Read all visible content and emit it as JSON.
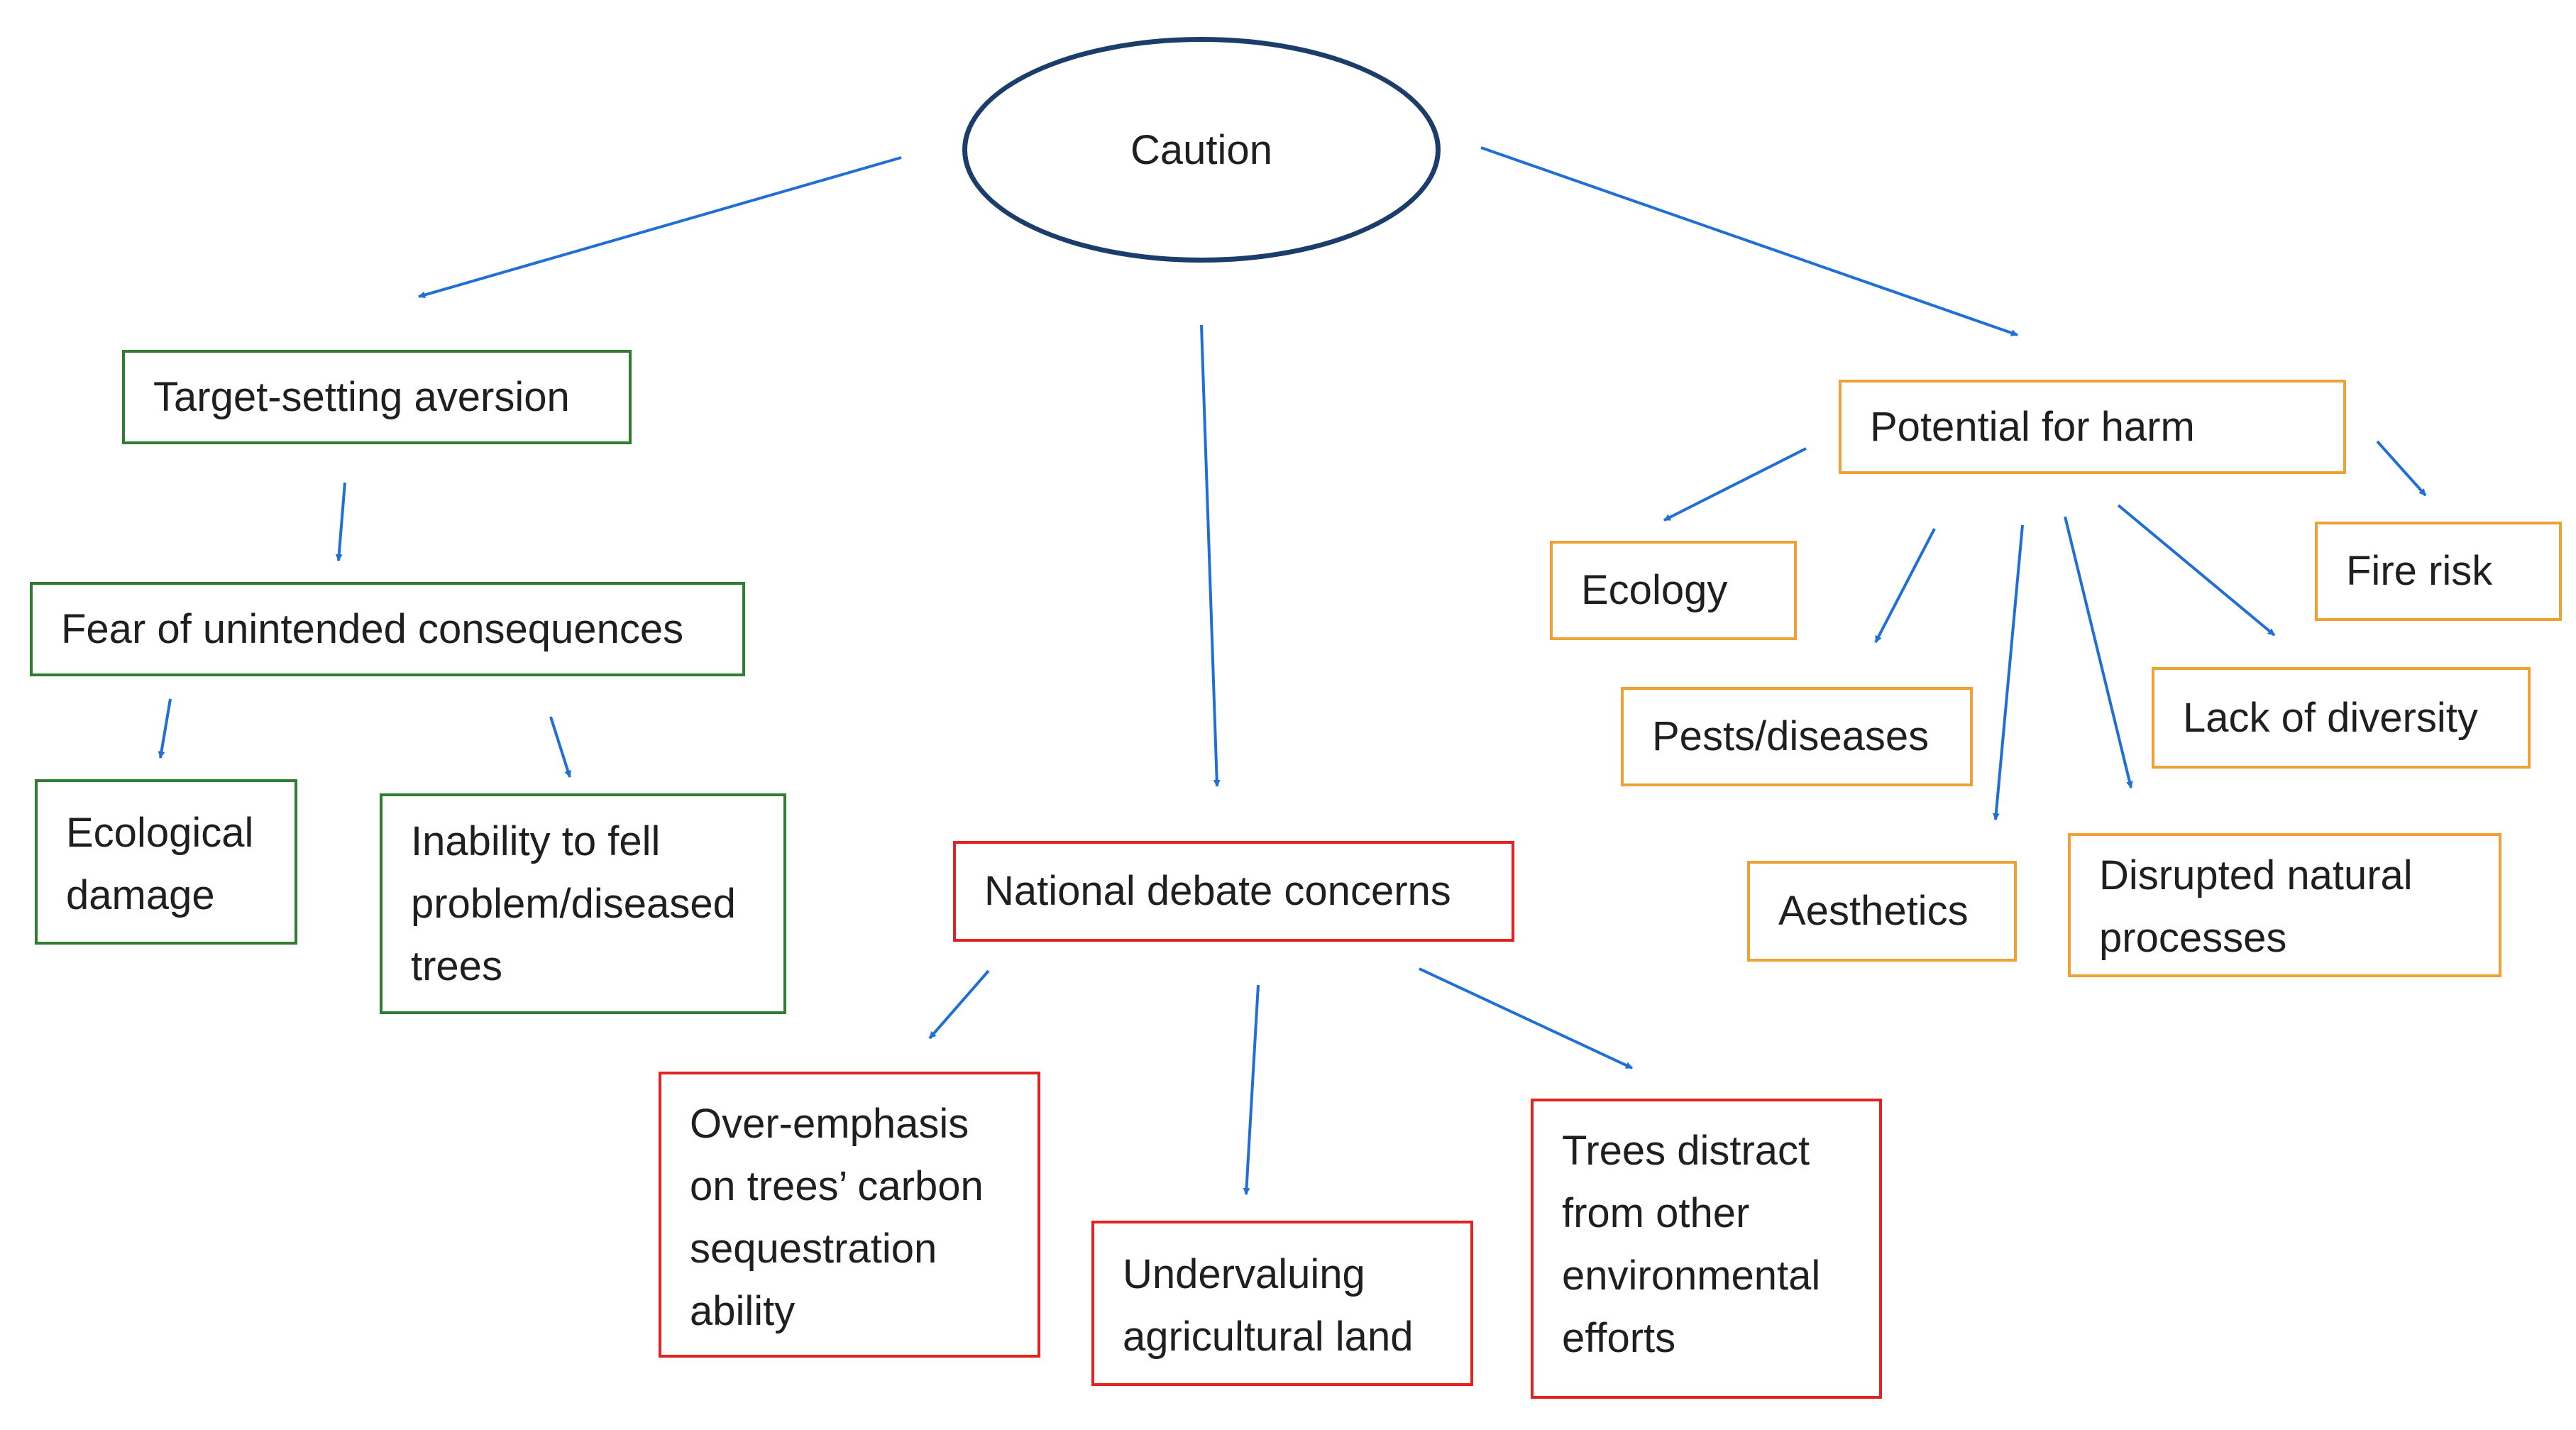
{
  "diagram": {
    "root": {
      "label": "Caution"
    },
    "target_setting_aversion": {
      "label": "Target-setting aversion",
      "child": {
        "label": "Fear of unintended consequences",
        "children": [
          {
            "label": "Ecological\ndamage"
          },
          {
            "label": "Inability to fell\nproblem/diseased\ntrees"
          }
        ]
      }
    },
    "national_debate": {
      "label": "National debate concerns",
      "children": [
        {
          "label": "Over-emphasis\non trees’ carbon\nsequestration\nability"
        },
        {
          "label": "Undervaluing\nagricultural land"
        },
        {
          "label": "Trees distract\nfrom other\nenvironmental\nefforts"
        }
      ]
    },
    "potential_for_harm": {
      "label": "Potential for harm",
      "children": [
        {
          "label": "Ecology"
        },
        {
          "label": "Pests/diseases"
        },
        {
          "label": "Aesthetics"
        },
        {
          "label": "Disrupted natural\nprocesses"
        },
        {
          "label": "Lack of diversity"
        },
        {
          "label": "Fire risk"
        }
      ]
    },
    "colors": {
      "arrow": "#1f6fd6",
      "root_outline": "#1a3d6b",
      "green_branch": "#2e7d32",
      "orange_branch": "#eea236",
      "red_branch": "#e32222"
    }
  }
}
